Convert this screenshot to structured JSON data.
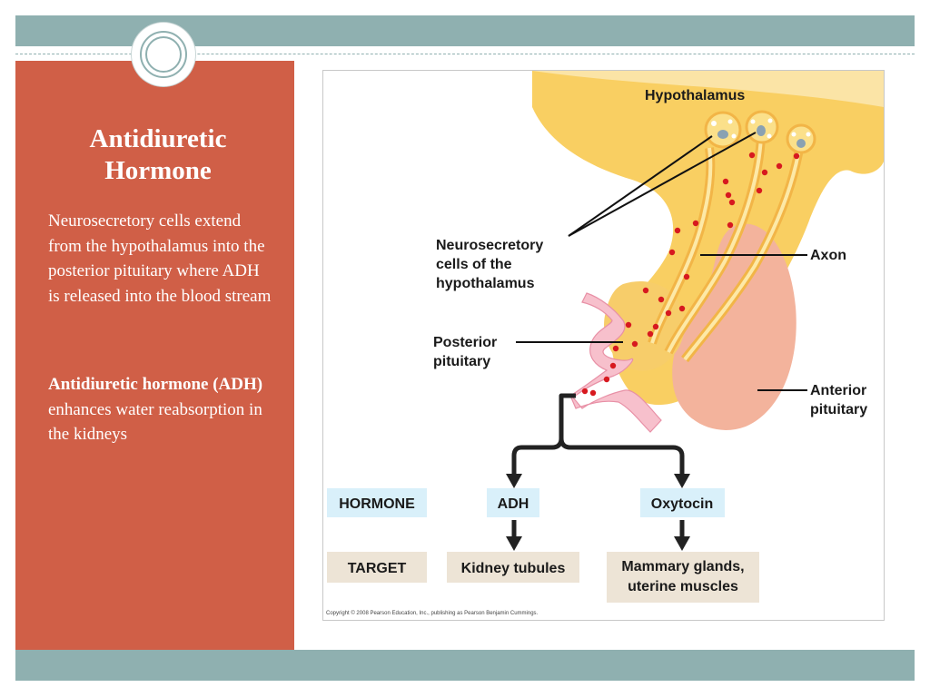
{
  "slide": {
    "title_line1": "Antidiuretic",
    "title_line2": "Hormone",
    "para1": "Neurosecretory cells extend from the hypothalamus into the posterior pituitary where ADH is released into the blood stream",
    "para2_bold": "Antidiuretic hormone (ADH)",
    "para2_rest": " enhances water reabsorption in the kidneys"
  },
  "figure": {
    "labels": {
      "hypothalamus": "Hypothalamus",
      "neuro_line1": "Neurosecretory",
      "neuro_line2": "cells of the",
      "neuro_line3": "hypothalamus",
      "axon": "Axon",
      "posterior_line1": "Posterior",
      "posterior_line2": "pituitary",
      "anterior_line1": "Anterior",
      "anterior_line2": "pituitary"
    },
    "row_hormone": "HORMONE",
    "row_target": "TARGET",
    "hormones": [
      "ADH",
      "Oxytocin"
    ],
    "targets": [
      "Kidney tubules",
      "Mammary glands,",
      "uterine muscles"
    ],
    "copyright": "Copyright © 2008 Pearson Education, Inc., publishing as Pearson Benjamin Cummings."
  },
  "colors": {
    "side_panel": "#d05f47",
    "band": "#8fb0b0",
    "hypothalamus": "#f9cf62",
    "anterior": "#f3b39c",
    "vessel": "#f7c0cc",
    "granule": "#d7191f",
    "hormone_box": "#d9f0fa",
    "target_box": "#ede4d6"
  }
}
